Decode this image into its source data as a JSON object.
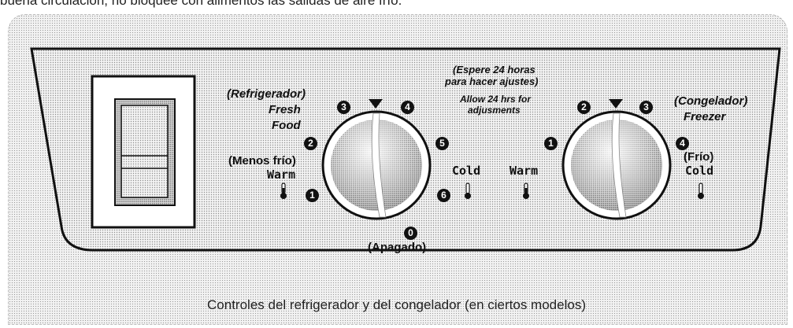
{
  "top_text": "buena circulación, no bloquee con alimentos las salidas de aire frío.",
  "instruction": {
    "es_line1": "(Espere 24 horas",
    "es_line2": "para hacer ajustes)",
    "en_line1": "Allow 24 hrs for",
    "en_line2": "adjusments"
  },
  "fresh_food_dial": {
    "title_es": "(Refrigerador)",
    "title_en_1": "Fresh",
    "title_en_2": "Food",
    "warm_es": "(Menos frío)",
    "warm_en": "Warm",
    "cold_en": "Cold",
    "off_num": "0",
    "off_label": "(Apagado)",
    "settings": [
      "1",
      "2",
      "3",
      "4",
      "5",
      "6"
    ]
  },
  "freezer_dial": {
    "title_es": "(Congelador)",
    "title_en": "Freezer",
    "warm_en": "Warm",
    "cold_es": "(Frío)",
    "cold_en": "Cold",
    "settings": [
      "1",
      "2",
      "3",
      "4"
    ]
  },
  "caption": "Controles del refrigerador y del congelador (en ciertos modelos)"
}
